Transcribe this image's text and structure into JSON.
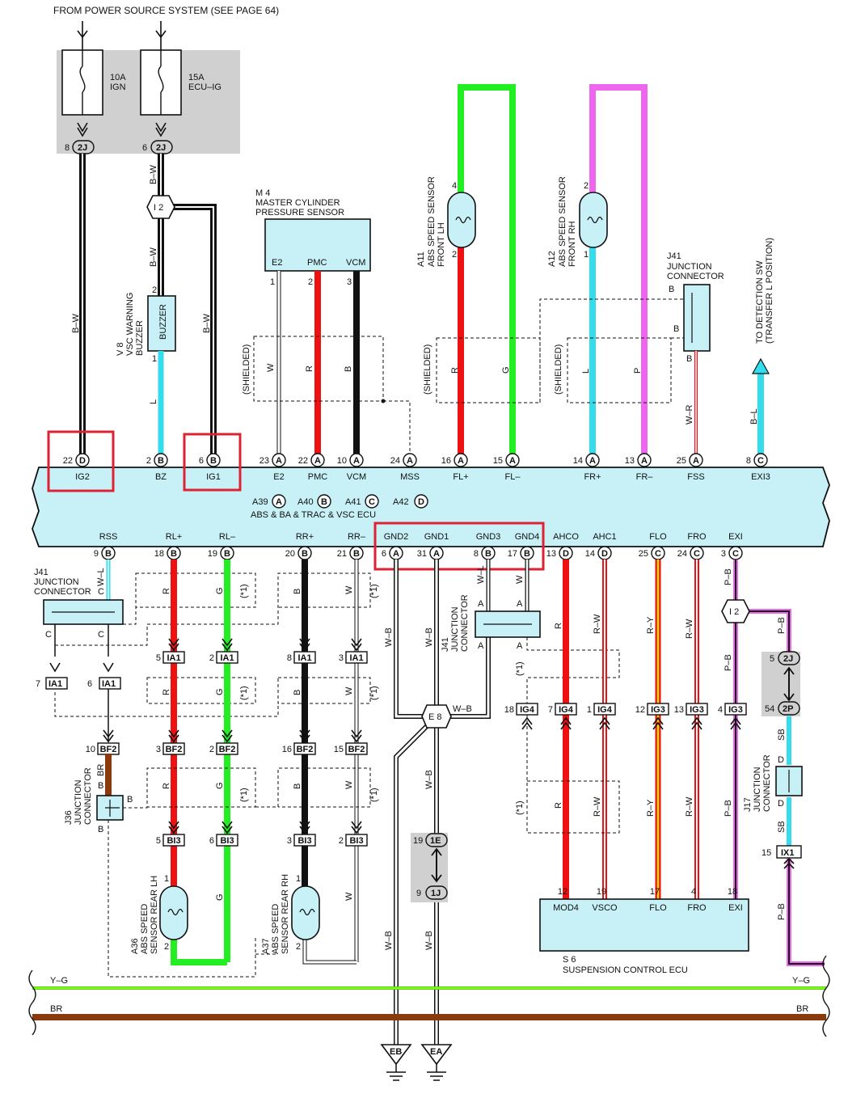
{
  "header": {
    "source_note": "FROM POWER SOURCE SYSTEM (SEE PAGE 64)"
  },
  "fuses": {
    "f1_amp": "10A",
    "f1_name": "IGN",
    "f1_pin": "8",
    "f1_conn": "2J",
    "f2_amp": "15A",
    "f2_name": "ECU–IG",
    "f2_pin": "6",
    "f2_conn": "2J"
  },
  "junctions": {
    "i2": "I 2",
    "e8": "E 8"
  },
  "master_cylinder": {
    "id": "M 4",
    "name1": "MASTER CYLINDER",
    "name2": "PRESSURE SENSOR",
    "t1": "E2",
    "t2": "PMC",
    "t3": "VCM",
    "p1": "1",
    "p2": "2",
    "p3": "3"
  },
  "buzzer": {
    "id": "V 8",
    "name1": "VSC WARNING",
    "name2": "BUZZER",
    "label": "BUZZER",
    "p2": "2",
    "p1": "1"
  },
  "sensors": {
    "a11_id": "A11",
    "a11_l1": "ABS SPEED SENSOR",
    "a11_l2": "FRONT LH",
    "a11_p4": "4",
    "a11_p2": "2",
    "a12_id": "A12",
    "a12_l1": "ABS SPEED SENSOR",
    "a12_l2": "FRONT RH",
    "a12_p2": "2",
    "a12_p1": "1",
    "a36_id": "A36",
    "a36_l1": "ABS SPEED",
    "a36_l2": "SENSOR REAR LH",
    "a36_p1": "1",
    "a36_p2": "2",
    "a37_id": "A37",
    "a37_l1": "ABS SPEED",
    "a37_l2": "SENSOR REAR RH",
    "a37_p1": "1",
    "a37_p2": "2"
  },
  "j41_top": {
    "id": "J41",
    "name1": "JUNCTION",
    "name2": "CONNECTOR",
    "b1": "B",
    "b2": "B",
    "b3": "B"
  },
  "exi3_note": {
    "l1": "TO DETECTION SW",
    "l2": "(TRANSFER L POSITION)"
  },
  "wire_colors": {
    "bw": "B–W",
    "l": "L",
    "w": "W",
    "r": "R",
    "b": "B",
    "g": "G",
    "p": "P",
    "wr": "W–R",
    "bl": "B–L",
    "wl": "W–L",
    "wb": "W–B",
    "rw": "R–W",
    "ry": "R–Y",
    "pb": "P–B",
    "sb": "SB",
    "br": "BR",
    "yg": "Y–G"
  },
  "shielded": "(SHIELDED)",
  "star1": "(*1)",
  "ecu": {
    "name": "ABS & BA & TRAC & VSC ECU",
    "conn_a39": "A39",
    "conn_a40": "A40",
    "conn_a41": "A41",
    "conn_a42": "A42",
    "top_pins": [
      {
        "num": "22",
        "conn": "D",
        "label": "IG2"
      },
      {
        "num": "2",
        "conn": "B",
        "label": "BZ"
      },
      {
        "num": "6",
        "conn": "B",
        "label": "IG1"
      },
      {
        "num": "23",
        "conn": "A",
        "label": "E2"
      },
      {
        "num": "22",
        "conn": "A",
        "label": "PMC"
      },
      {
        "num": "10",
        "conn": "A",
        "label": "VCM"
      },
      {
        "num": "24",
        "conn": "A",
        "label": "MSS"
      },
      {
        "num": "16",
        "conn": "A",
        "label": "FL+"
      },
      {
        "num": "15",
        "conn": "A",
        "label": "FL–"
      },
      {
        "num": "14",
        "conn": "A",
        "label": "FR+"
      },
      {
        "num": "13",
        "conn": "A",
        "label": "FR–"
      },
      {
        "num": "25",
        "conn": "A",
        "label": "FSS"
      },
      {
        "num": "8",
        "conn": "C",
        "label": "EXI3"
      }
    ],
    "bottom_pins": [
      {
        "num": "9",
        "conn": "B",
        "label": "RSS"
      },
      {
        "num": "18",
        "conn": "B",
        "label": "RL+"
      },
      {
        "num": "19",
        "conn": "B",
        "label": "RL–"
      },
      {
        "num": "20",
        "conn": "B",
        "label": "RR+"
      },
      {
        "num": "21",
        "conn": "B",
        "label": "RR–"
      },
      {
        "num": "6",
        "conn": "A",
        "label": "GND2"
      },
      {
        "num": "31",
        "conn": "A",
        "label": "GND1"
      },
      {
        "num": "8",
        "conn": "B",
        "label": "GND3"
      },
      {
        "num": "17",
        "conn": "B",
        "label": "GND4"
      },
      {
        "num": "13",
        "conn": "D",
        "label": "AHCO"
      },
      {
        "num": "14",
        "conn": "D",
        "label": "AHC1"
      },
      {
        "num": "25",
        "conn": "C",
        "label": "FLO"
      },
      {
        "num": "24",
        "conn": "C",
        "label": "FRO"
      },
      {
        "num": "3",
        "conn": "C",
        "label": "EXI"
      }
    ]
  },
  "j41_bottom": {
    "id": "J41",
    "name1": "JUNCTION",
    "name2": "CONNECTOR",
    "c1": "C",
    "c2": "C",
    "c3": "C"
  },
  "j41_mid": {
    "id": "J41",
    "name1": "JUNCTION",
    "name2": "CONNECTOR",
    "a1": "A",
    "a2": "A",
    "a3": "A"
  },
  "j36": {
    "id": "J36",
    "name1": "JUNCTION",
    "name2": "CONNECTOR",
    "b1": "B",
    "b2": "B",
    "b3": "B"
  },
  "j17": {
    "id": "J17",
    "name1": "JUNCTION",
    "name2": "CONNECTOR",
    "d1": "D",
    "d2": "D"
  },
  "connectors": {
    "ia1": "IA1",
    "bf2": "BF2",
    "bi3": "BI3",
    "ig4": "IG4",
    "ig3": "IG3",
    "c2j": "2J",
    "c2p": "2P",
    "ix1": "IX1",
    "c1e": "1E",
    "c1j": "1J"
  },
  "suspension_ecu": {
    "id": "S 6",
    "name": "SUSPENSION CONTROL ECU",
    "pins": [
      {
        "num": "12",
        "label": "MOD4"
      },
      {
        "num": "19",
        "label": "VSCO"
      },
      {
        "num": "17",
        "label": "FLO"
      },
      {
        "num": "4",
        "label": "FRO"
      },
      {
        "num": "18",
        "label": "EXI"
      }
    ]
  },
  "grounds": {
    "eb": "EB",
    "ea": "EA"
  },
  "colors": {
    "ecu_fill": "#c7f1f7",
    "red": "#ee1111",
    "green": "#22ee22",
    "cyan": "#33ddee",
    "pink": "#ee66ee",
    "brown": "#8b3a0e",
    "yellow": "#eedd00",
    "highlight": "#dd2233"
  }
}
